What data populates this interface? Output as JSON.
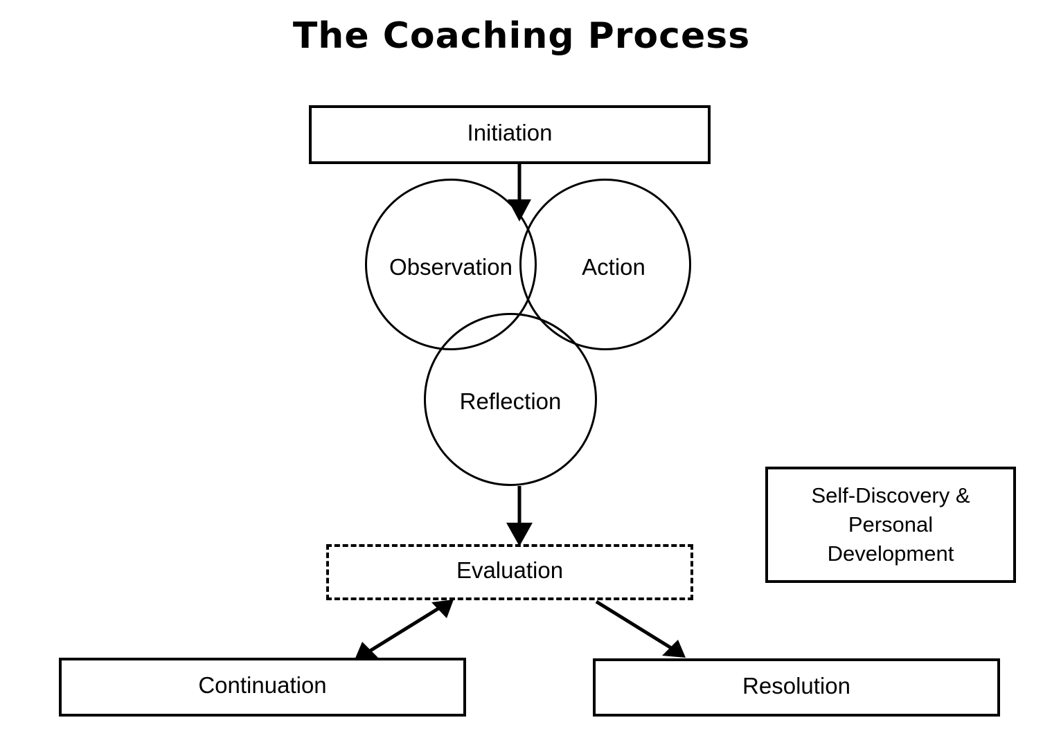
{
  "title": "The Coaching Process",
  "nodes": {
    "initiation": {
      "label": "Initiation",
      "shape": "rectangle",
      "border": "solid"
    },
    "observation": {
      "label": "Observation",
      "shape": "circle",
      "border": "solid"
    },
    "action": {
      "label": "Action",
      "shape": "circle",
      "border": "solid"
    },
    "reflection": {
      "label": "Reflection",
      "shape": "circle",
      "border": "solid"
    },
    "evaluation": {
      "label": "Evaluation",
      "shape": "rectangle",
      "border": "dashed"
    },
    "continuation": {
      "label": "Continuation",
      "shape": "rectangle",
      "border": "solid"
    },
    "resolution": {
      "label": "Resolution",
      "shape": "rectangle",
      "border": "solid"
    },
    "self_discovery": {
      "label": "Self-Discovery & Personal Development",
      "lines": [
        "Self-Discovery &",
        "Personal",
        "Development"
      ],
      "shape": "rectangle",
      "border": "solid"
    }
  },
  "connections": [
    {
      "from": "initiation",
      "to": "observation-action-overlap",
      "style": "solid",
      "arrowheads": "end"
    },
    {
      "from": "reflection",
      "to": "evaluation",
      "style": "solid",
      "arrowheads": "end"
    },
    {
      "from": "evaluation",
      "to": "continuation",
      "style": "solid",
      "arrowheads": "both"
    },
    {
      "from": "evaluation",
      "to": "resolution",
      "style": "solid",
      "arrowheads": "end"
    }
  ],
  "colors": {
    "stroke": "#000000",
    "background": "#ffffff",
    "text": "#000000"
  }
}
